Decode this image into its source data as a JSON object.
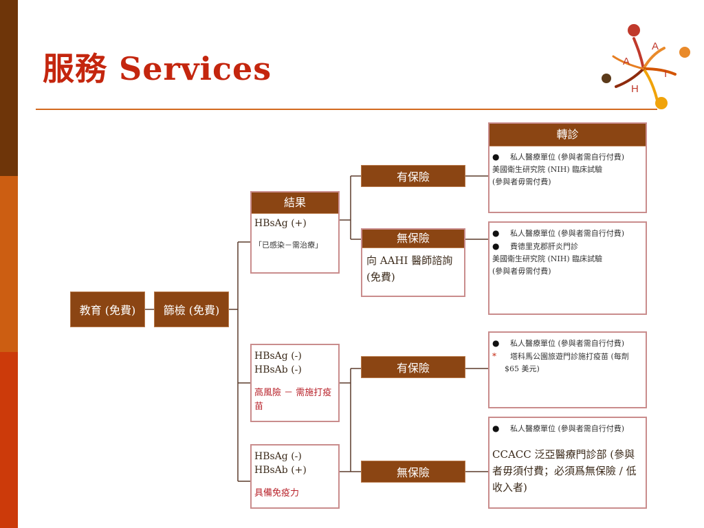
{
  "title": "服務 Services",
  "logo": {
    "letters": [
      "A",
      "A",
      "H",
      "I"
    ]
  },
  "diagram": {
    "education": "教育 (免費)",
    "screening": "篩檢 (免費)",
    "result": {
      "header": "結果",
      "line1": "HBsAg (+)",
      "line2": "「已感染－需治療」"
    },
    "neg_neg": {
      "line1": "HBsAg (-)",
      "line2": "HBsAb (-)",
      "line3": "高風險 － 需施打疫苗"
    },
    "neg_pos": {
      "line1": "HBsAg (-)",
      "line2": "HBsAb (+)",
      "line3": "具備免疫力"
    },
    "has_ins_1": "有保險",
    "no_ins_1": {
      "header": "無保險",
      "body": "向 AAHI 醫師諮詢 (免費)"
    },
    "has_ins_2": "有保險",
    "no_ins_2": "無保險",
    "referral": {
      "header": "轉診",
      "item1": "私人醫療單位 (參與者需自行付費)",
      "item2": "美國衛生研究院 (NIH) 臨床試驗",
      "item3": "(參與者毋需付費)"
    },
    "opt_no_ins_1": {
      "item1": "私人醫療單位 (參與者需自行付費)",
      "item2": "費德里克郡肝炎門診",
      "item3": "美國衛生研究院 (NIH) 臨床試驗",
      "item4": "(參與者毋需付費)"
    },
    "opt_has_ins_2": {
      "item1": "私人醫療單位 (參與者需自行付費)",
      "item2": "塔科馬公園旅遊門診施打疫苗 (每劑",
      "item3": "$65 美元)"
    },
    "opt_no_ins_2": {
      "item1": "私人醫療單位 (參與者需自行付費)",
      "item2": "CCACC 泛亞醫療門診部 (參與者毋須付費；必須爲無保險 / 低收入者)"
    }
  }
}
